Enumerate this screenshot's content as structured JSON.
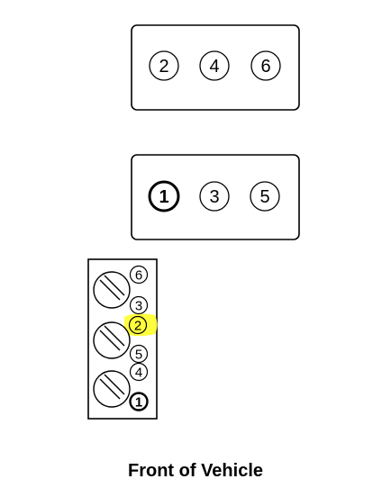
{
  "rear_bank": {
    "cylinders": [
      "2",
      "4",
      "6"
    ]
  },
  "front_bank": {
    "cylinders": [
      "1",
      "3",
      "5"
    ],
    "first_cylinder": "1"
  },
  "coil_pack": {
    "terminals": [
      "6",
      "3",
      "2",
      "5",
      "4",
      "1"
    ],
    "highlighted_terminal": "2",
    "highlight_color": "#ffff33",
    "coil_count": 3
  },
  "caption": "Front of Vehicle"
}
